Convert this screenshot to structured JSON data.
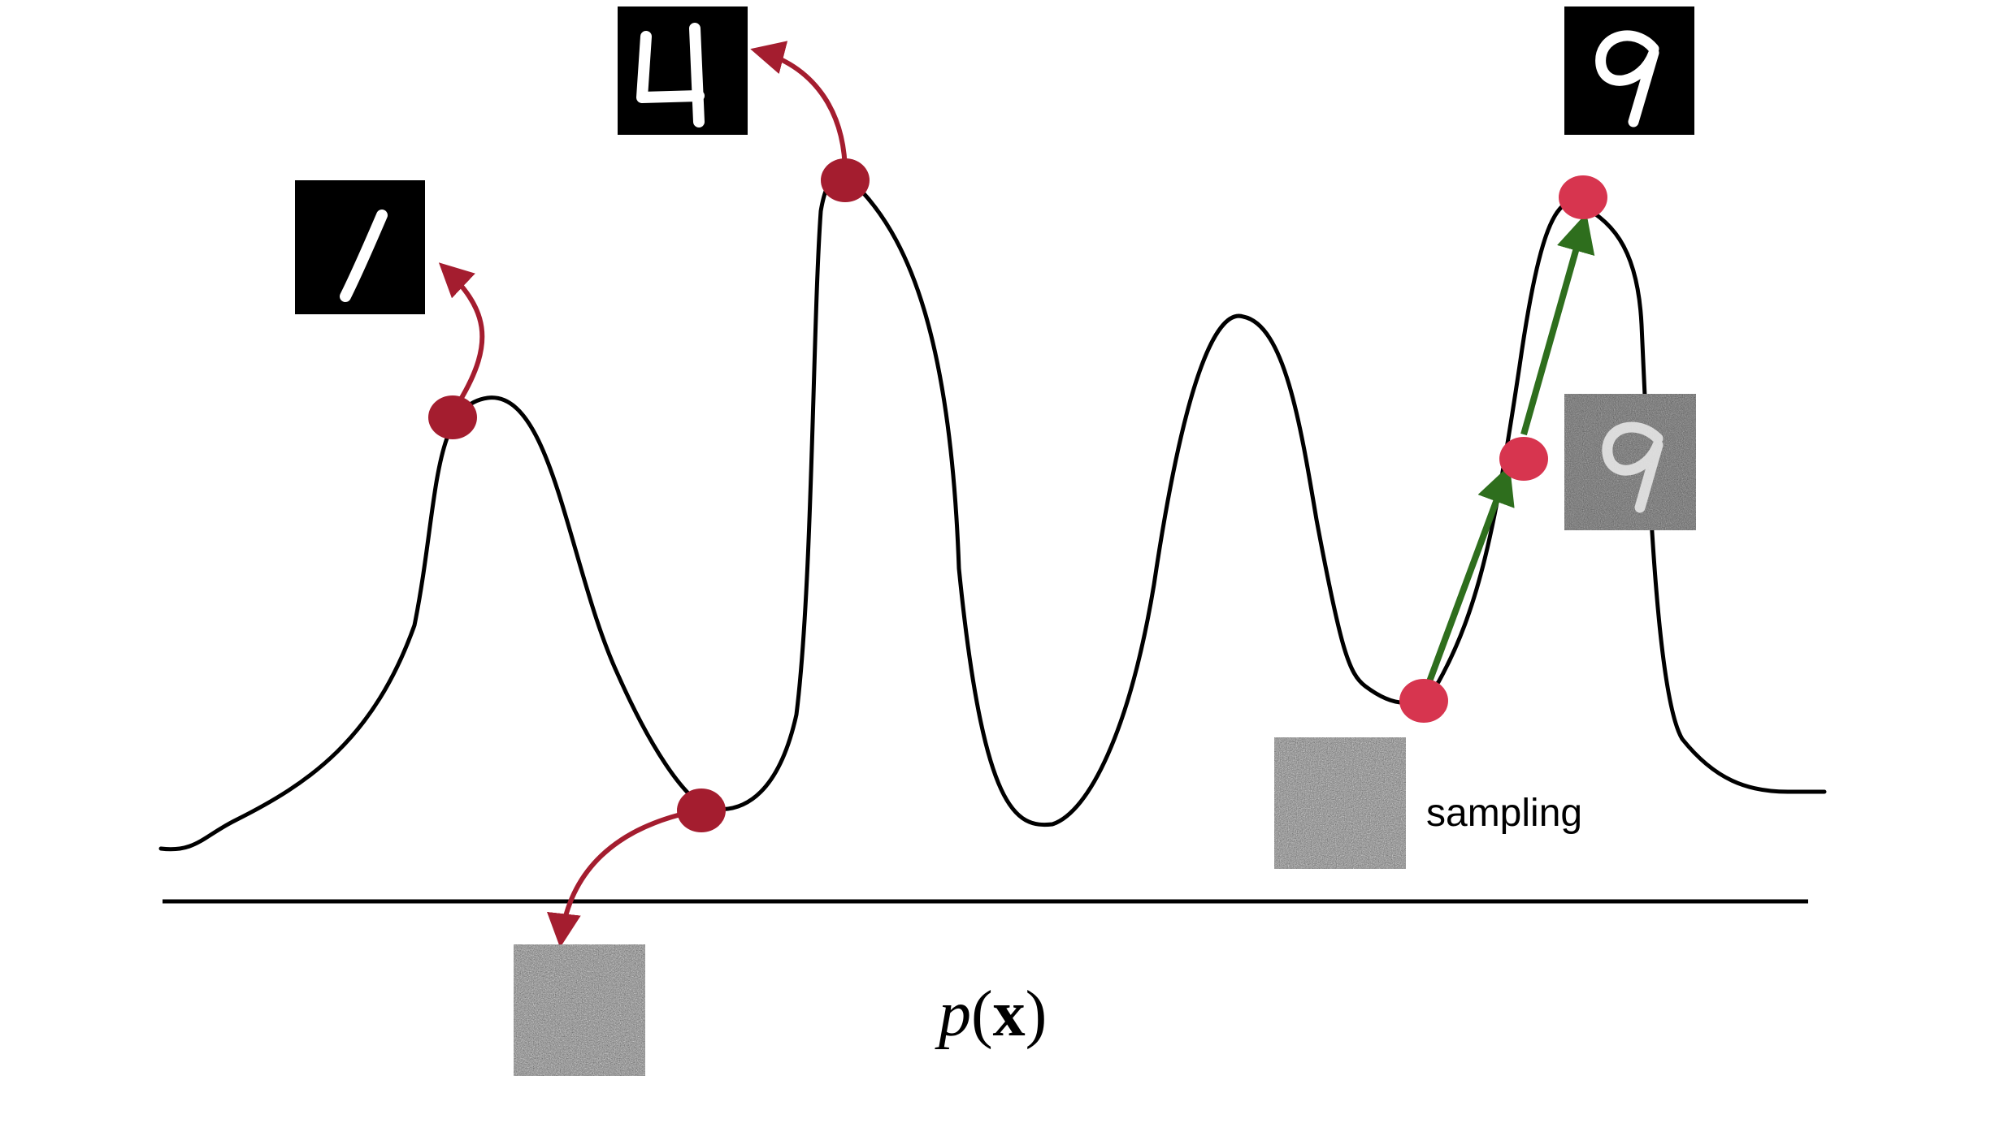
{
  "caption": {
    "sampling_label": "sampling"
  },
  "axis": {
    "label_p": "p",
    "label_open": "(",
    "label_x": "x",
    "label_close": ")"
  },
  "digits": {
    "one": "1",
    "four": "4",
    "nine": "9",
    "nine_noisy": "9"
  },
  "colors": {
    "curve": "#000000",
    "red_dot_dark": "#a41d2f",
    "red_dot_light": "#d7354f",
    "red_arrow": "#a41d2f",
    "green_arrow": "#2e6e1d",
    "digit_bg": "#000000",
    "noise_bg": "#808080"
  }
}
